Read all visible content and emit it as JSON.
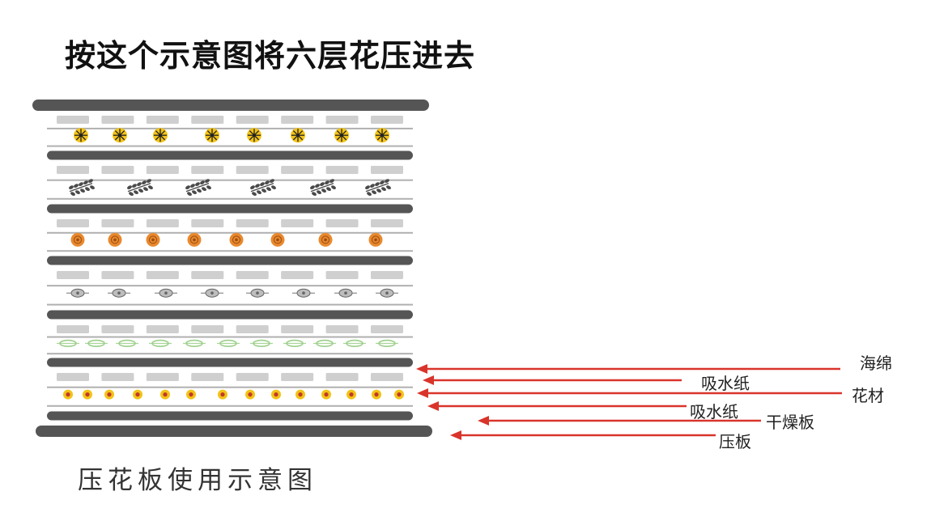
{
  "title": "按这个示意图将六层花压进去",
  "caption": "压花板使用示意图",
  "labels": {
    "sponge": "海绵",
    "paper_top": "吸水纸",
    "flower": "花材",
    "paper_bottom": "吸水纸",
    "dry_board": "干燥板",
    "press_board": "压板"
  },
  "colors": {
    "board": "#555555",
    "sponge": "#cfcfcf",
    "paper_line": "#b0b0b0",
    "arrow": "#d9342b",
    "yellow_flower": "#f2c318",
    "orange_flower": "#e8892e",
    "leaf_dark": "#4a4a4a",
    "leaf_green": "#9ccf8a"
  },
  "icons": [
    "star-flower-icon",
    "leaf-sprig-icon",
    "orange-flower-icon",
    "seed-pod-icon",
    "green-leaf-icon",
    "small-flower-icon"
  ],
  "layer_count": 6
}
